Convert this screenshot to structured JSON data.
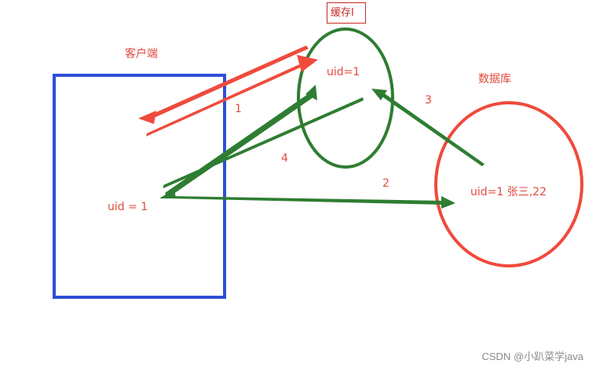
{
  "labels": {
    "client": "客户端",
    "cache": "缓存I",
    "database": "数据库",
    "client_uid": "uid = 1",
    "cache_uid": "uid=1",
    "db_record": "uid=1  张三,22",
    "step1": "1",
    "step2": "2",
    "step3": "3",
    "step4": "4",
    "watermark": "CSDN @小趴菜学java"
  },
  "colors": {
    "client_box": "#2e4fd6",
    "cache_ellipse": "#2e7d32",
    "db_ellipse": "#f04a3c",
    "red_arrow": "#ef4b3d",
    "green_arrow": "#2e7d32",
    "text_red": "#e04a3f",
    "watermark": "#8a8a8a"
  }
}
